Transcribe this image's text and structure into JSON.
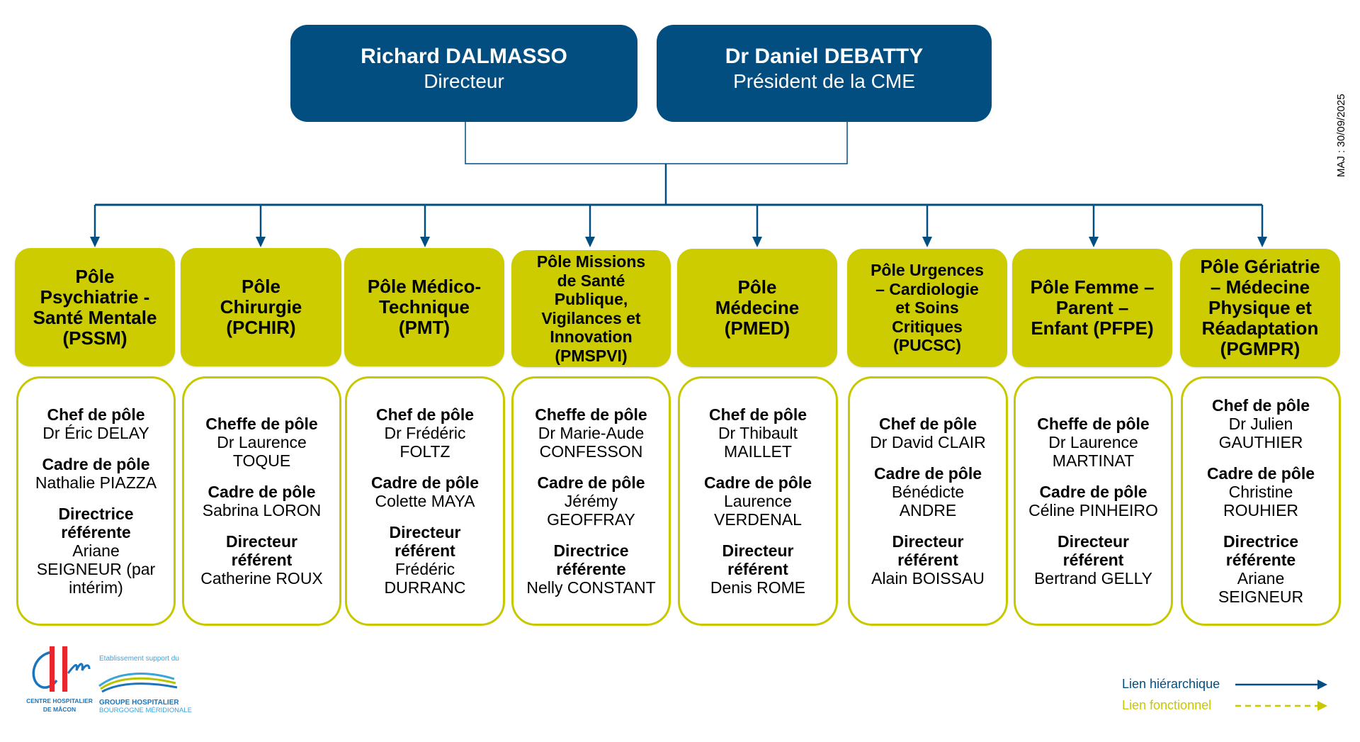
{
  "top": [
    {
      "name": "Richard DALMASSO",
      "role": "Directeur"
    },
    {
      "name": "Dr Daniel DEBATTY",
      "role": "Président de la CME"
    }
  ],
  "update_stamp": "MAJ : 30/09/2025",
  "poles": [
    {
      "title": "Pôle Psychiatrie - Santé Mentale (PSSM)",
      "lines": [
        "Pôle",
        "Psychiatrie -",
        "Santé Mentale",
        "(PSSM)"
      ],
      "blocks": [
        {
          "label": "Chef de pôle",
          "person": "Dr Éric DELAY"
        },
        {
          "label": "Cadre de pôle",
          "person": "Nathalie PIAZZA"
        },
        {
          "label": "Directrice référente",
          "person": "Ariane SEIGNEUR (par intérim)"
        }
      ]
    },
    {
      "title": "Pôle Chirurgie (PCHIR)",
      "lines": [
        "Pôle",
        "Chirurgie",
        "(PCHIR)"
      ],
      "blocks": [
        {
          "label": "Cheffe de pôle",
          "person": "Dr Laurence TOQUE"
        },
        {
          "label": "Cadre de pôle",
          "person": "Sabrina LORON"
        },
        {
          "label": "Directeur référent",
          "person": "Catherine ROUX"
        }
      ]
    },
    {
      "title": "Pôle Médico-Technique (PMT)",
      "lines": [
        "Pôle Médico-",
        "Technique",
        "(PMT)"
      ],
      "blocks": [
        {
          "label": "Chef de pôle",
          "person": "Dr Frédéric FOLTZ"
        },
        {
          "label": "Cadre de pôle",
          "person": "Colette MAYA"
        },
        {
          "label": "Directeur référent",
          "person": "Frédéric DURRANC"
        }
      ]
    },
    {
      "title": "Pôle Missions de Santé Publique, Vigilances et Innovation (PMSPVI)",
      "lines": [
        "Pôle Missions",
        "de Santé",
        "Publique,",
        "Vigilances et",
        "Innovation",
        "(PMSPVI)"
      ],
      "blocks": [
        {
          "label": "Cheffe de pôle",
          "person": "Dr Marie-Aude CONFESSON"
        },
        {
          "label": "Cadre de pôle",
          "person": "Jérémy GEOFFRAY"
        },
        {
          "label": "Directrice référente",
          "person": "Nelly CONSTANT"
        }
      ]
    },
    {
      "title": "Pôle Médecine (PMED)",
      "lines": [
        "Pôle",
        "Médecine",
        "(PMED)"
      ],
      "blocks": [
        {
          "label": "Chef de pôle",
          "person": "Dr Thibault MAILLET"
        },
        {
          "label": "Cadre de pôle",
          "person": "Laurence VERDENAL"
        },
        {
          "label": "Directeur référent",
          "person": "Denis ROME"
        }
      ]
    },
    {
      "title": "Pôle Urgences – Cardiologie et Soins Critiques (PUCSC)",
      "lines": [
        "Pôle Urgences",
        "– Cardiologie",
        "et Soins",
        "Critiques",
        "(PUCSC)"
      ],
      "blocks": [
        {
          "label": "Chef de pôle",
          "person": "Dr David CLAIR"
        },
        {
          "label": "Cadre de pôle",
          "person": "Bénédicte ANDRE"
        },
        {
          "label": "Directeur référent",
          "person": "Alain BOISSAU"
        }
      ]
    },
    {
      "title": "Pôle Femme – Parent – Enfant (PFPE)",
      "lines": [
        "Pôle Femme –",
        "Parent –",
        "Enfant (PFPE)"
      ],
      "blocks": [
        {
          "label": "Cheffe de pôle",
          "person": "Dr Laurence MARTINAT"
        },
        {
          "label": "Cadre de pôle",
          "person": "Céline PINHEIRO"
        },
        {
          "label": "Directeur référent",
          "person": "Bertrand GELLY"
        }
      ]
    },
    {
      "title": "Pôle Gériatrie – Médecine Physique et Réadaptation (PGMPR)",
      "lines": [
        "Pôle Gériatrie",
        "– Médecine",
        "Physique et",
        "Réadaptation",
        "(PGMPR)"
      ],
      "blocks": [
        {
          "label": "Chef de pôle",
          "person": "Dr Julien GAUTHIER"
        },
        {
          "label": "Cadre de pôle",
          "person": "Christine ROUHIER"
        },
        {
          "label": "Directrice référente",
          "person": "Ariane SEIGNEUR"
        }
      ]
    }
  ],
  "logo": {
    "ch_line1": "CENTRE HOSPITALIER",
    "ch_line2": "DE MÂCON",
    "support_text": "Etablissement support du",
    "ghbm_line1": "GROUPE HOSPITALIER",
    "ghbm_line2": "BOURGOGNE MÉRIDIONALE"
  },
  "legend": {
    "hierarchical": "Lien hiérarchique",
    "functional": "Lien fonctionnel"
  },
  "colors": {
    "navy": "#024e80",
    "pole_yellow": "#cccc00",
    "legend_functional": "#c8c800",
    "logo_red": "#e8262c",
    "logo_blue": "#1b75bc"
  }
}
